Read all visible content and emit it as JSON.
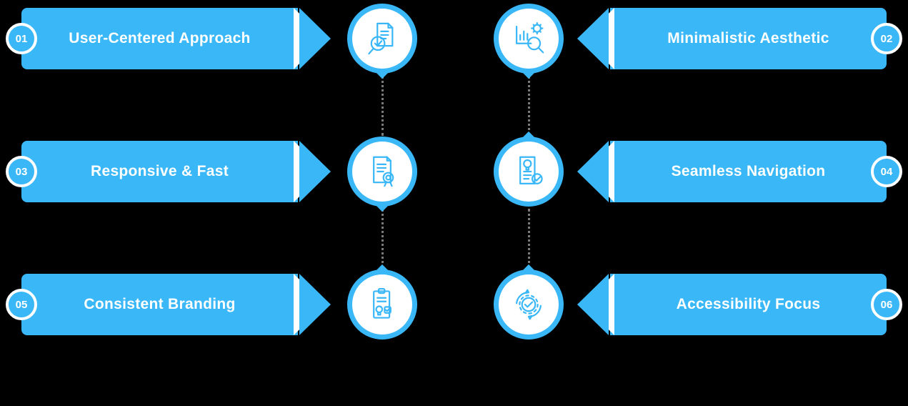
{
  "colors": {
    "accent": "#3AB7F6",
    "background": "#000000",
    "text": "#FFFFFF",
    "connector": "#7A7A7A"
  },
  "items": [
    {
      "number": "01",
      "label": "User-Centered Approach",
      "side": "left",
      "icon": "document-search-icon"
    },
    {
      "number": "02",
      "label": "Minimalistic Aesthetic",
      "side": "right",
      "icon": "analytics-gear-icon"
    },
    {
      "number": "03",
      "label": "Responsive & Fast",
      "side": "left",
      "icon": "document-badge-icon"
    },
    {
      "number": "04",
      "label": "Seamless Navigation",
      "side": "right",
      "icon": "document-idea-icon"
    },
    {
      "number": "05",
      "label": "Consistent Branding",
      "side": "left",
      "icon": "clipboard-idea-icon"
    },
    {
      "number": "06",
      "label": "Accessibility Focus",
      "side": "right",
      "icon": "gear-check-icon"
    }
  ]
}
